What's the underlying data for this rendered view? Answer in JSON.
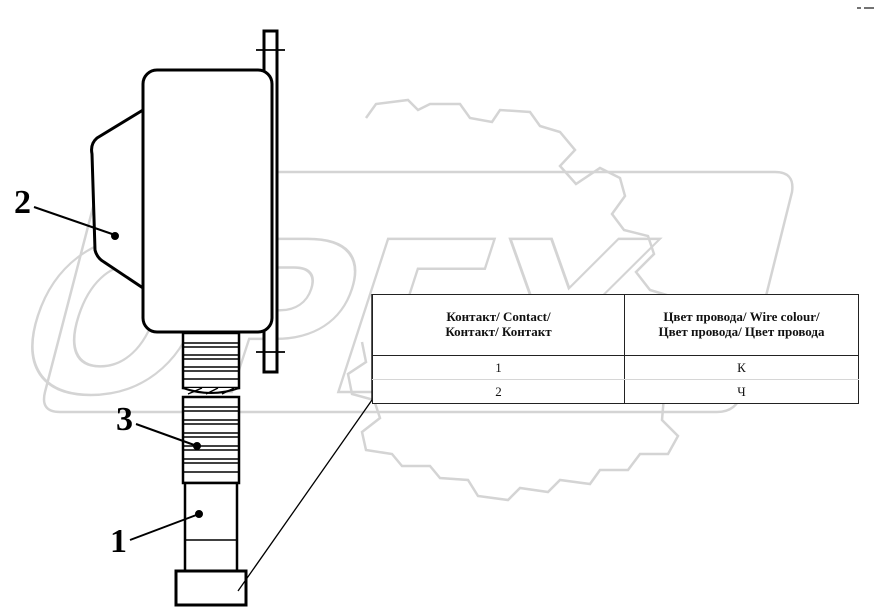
{
  "watermark": {
    "text": "OPEX"
  },
  "callouts": [
    {
      "id": "1",
      "label": "1"
    },
    {
      "id": "2",
      "label": "2"
    },
    {
      "id": "3",
      "label": "3"
    }
  ],
  "table": {
    "headers": [
      [
        "Контакт/ Contact/",
        "Контакт/ Контакт"
      ],
      [
        "Цвет провода/ Wire colour/",
        "Цвет провода/ Цвет провода"
      ]
    ],
    "rows": [
      [
        "1",
        "К"
      ],
      [
        "2",
        "Ч"
      ]
    ]
  }
}
